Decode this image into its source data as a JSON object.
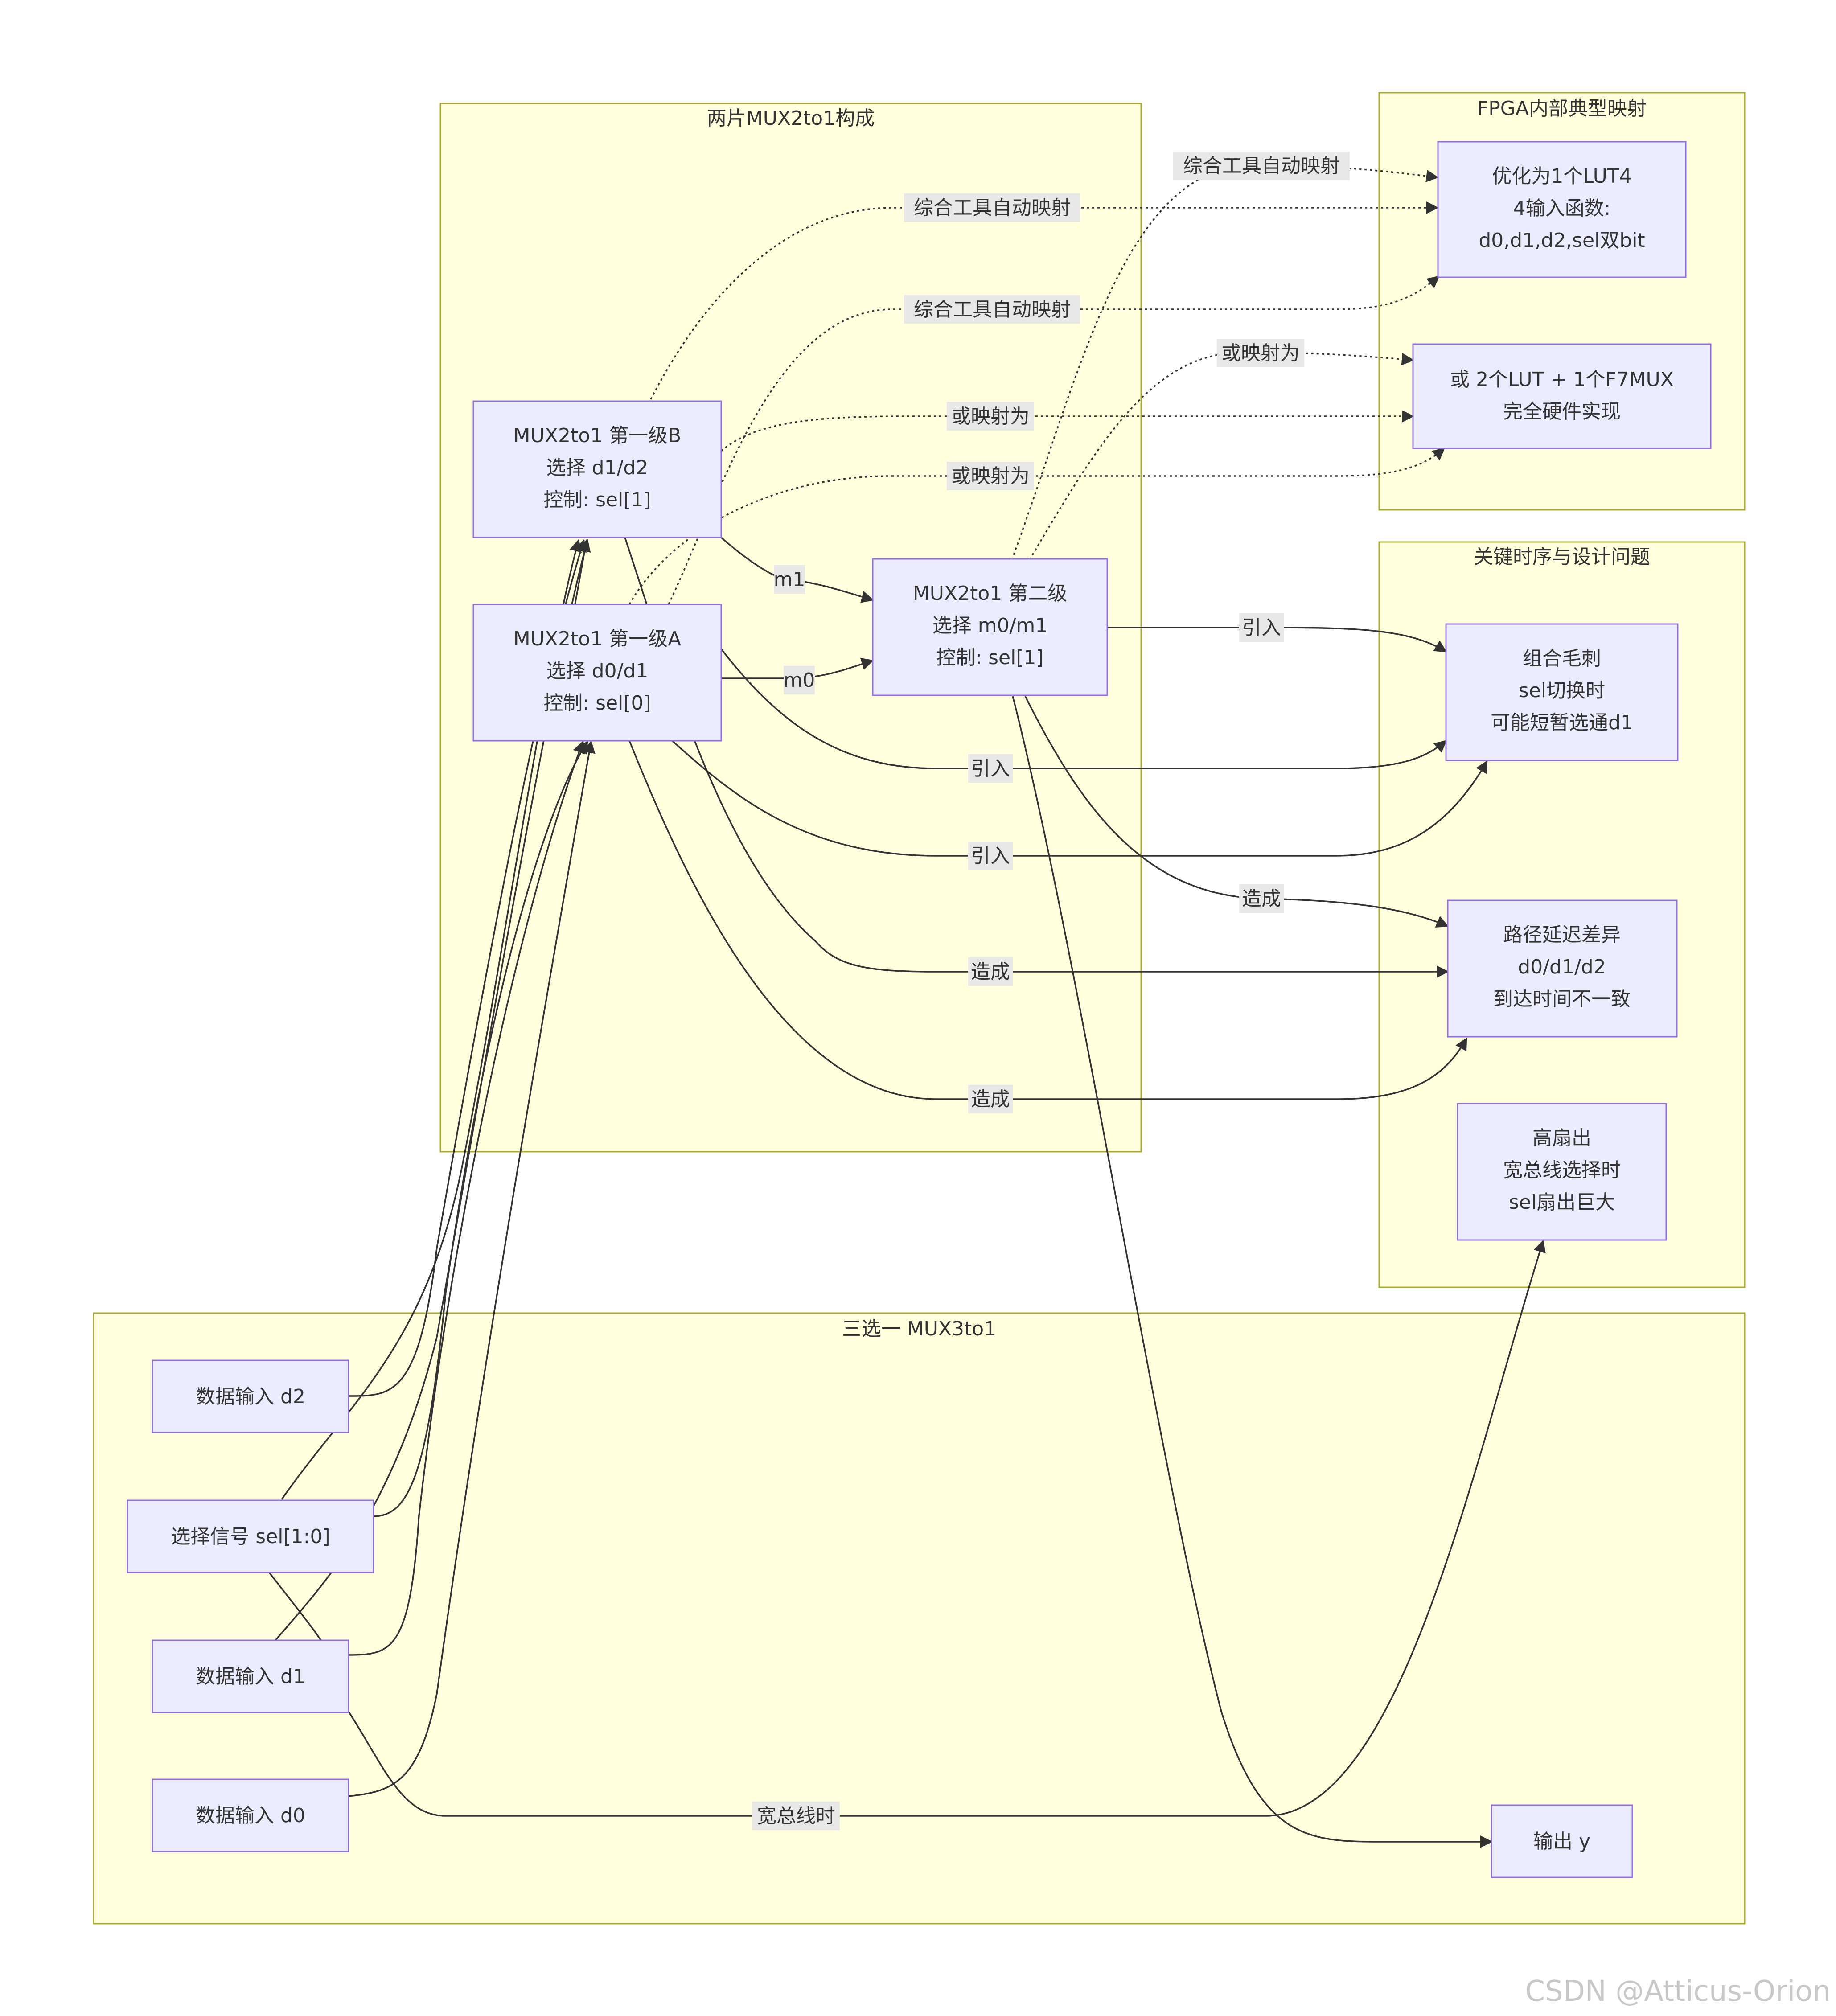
{
  "clusters": {
    "mux2": "两片MUX2to1构成",
    "fpga": "FPGA内部典型映射",
    "timing": "关键时序与设计问题",
    "mux3": "三选一 MUX3to1"
  },
  "nodes": {
    "muxB": [
      "MUX2to1 第一级B",
      "选择 d1/d2",
      "控制: sel[1]"
    ],
    "muxA": [
      "MUX2to1 第一级A",
      "选择 d0/d1",
      "控制: sel[0]"
    ],
    "mux2nd": [
      "MUX2to1 第二级",
      "选择 m0/m1",
      "控制: sel[1]"
    ],
    "lut4": [
      "优化为1个LUT4",
      "4输入函数:",
      "d0,d1,d2,sel双bit"
    ],
    "lut2": [
      "或 2个LUT + 1个F7MUX",
      "完全硬件实现"
    ],
    "glitch": [
      "组合毛刺",
      "sel切换时",
      "可能短暂选通d1"
    ],
    "delay": [
      "路径延迟差异",
      "d0/d1/d2",
      "到达时间不一致"
    ],
    "fanout": [
      "高扇出",
      "宽总线选择时",
      "sel扇出巨大"
    ],
    "d2": [
      "数据输入 d2"
    ],
    "sel": [
      "选择信号 sel[1:0]"
    ],
    "d1": [
      "数据输入 d1"
    ],
    "d0": [
      "数据输入 d0"
    ],
    "y": [
      "输出 y"
    ]
  },
  "edge_labels": {
    "auto_map_top": "综合工具自动映射",
    "auto_map_b": "综合工具自动映射",
    "auto_map_a": "综合工具自动映射",
    "or_map_top": "或映射为",
    "or_map_b": "或映射为",
    "or_map_a": "或映射为",
    "m1": "m1",
    "m0": "m0",
    "intro_2nd": "引入",
    "intro_b": "引入",
    "intro_a": "引入",
    "cause_2nd": "造成",
    "cause_b": "造成",
    "cause_a": "造成",
    "wide_bus": "宽总线时"
  },
  "watermark": "CSDN @Atticus-Orion",
  "colors": {
    "cluster_fill": "#ffffde",
    "cluster_stroke": "#aaaa33",
    "node_fill": "#ececff",
    "node_stroke": "#9370db",
    "edge": "#333333"
  }
}
